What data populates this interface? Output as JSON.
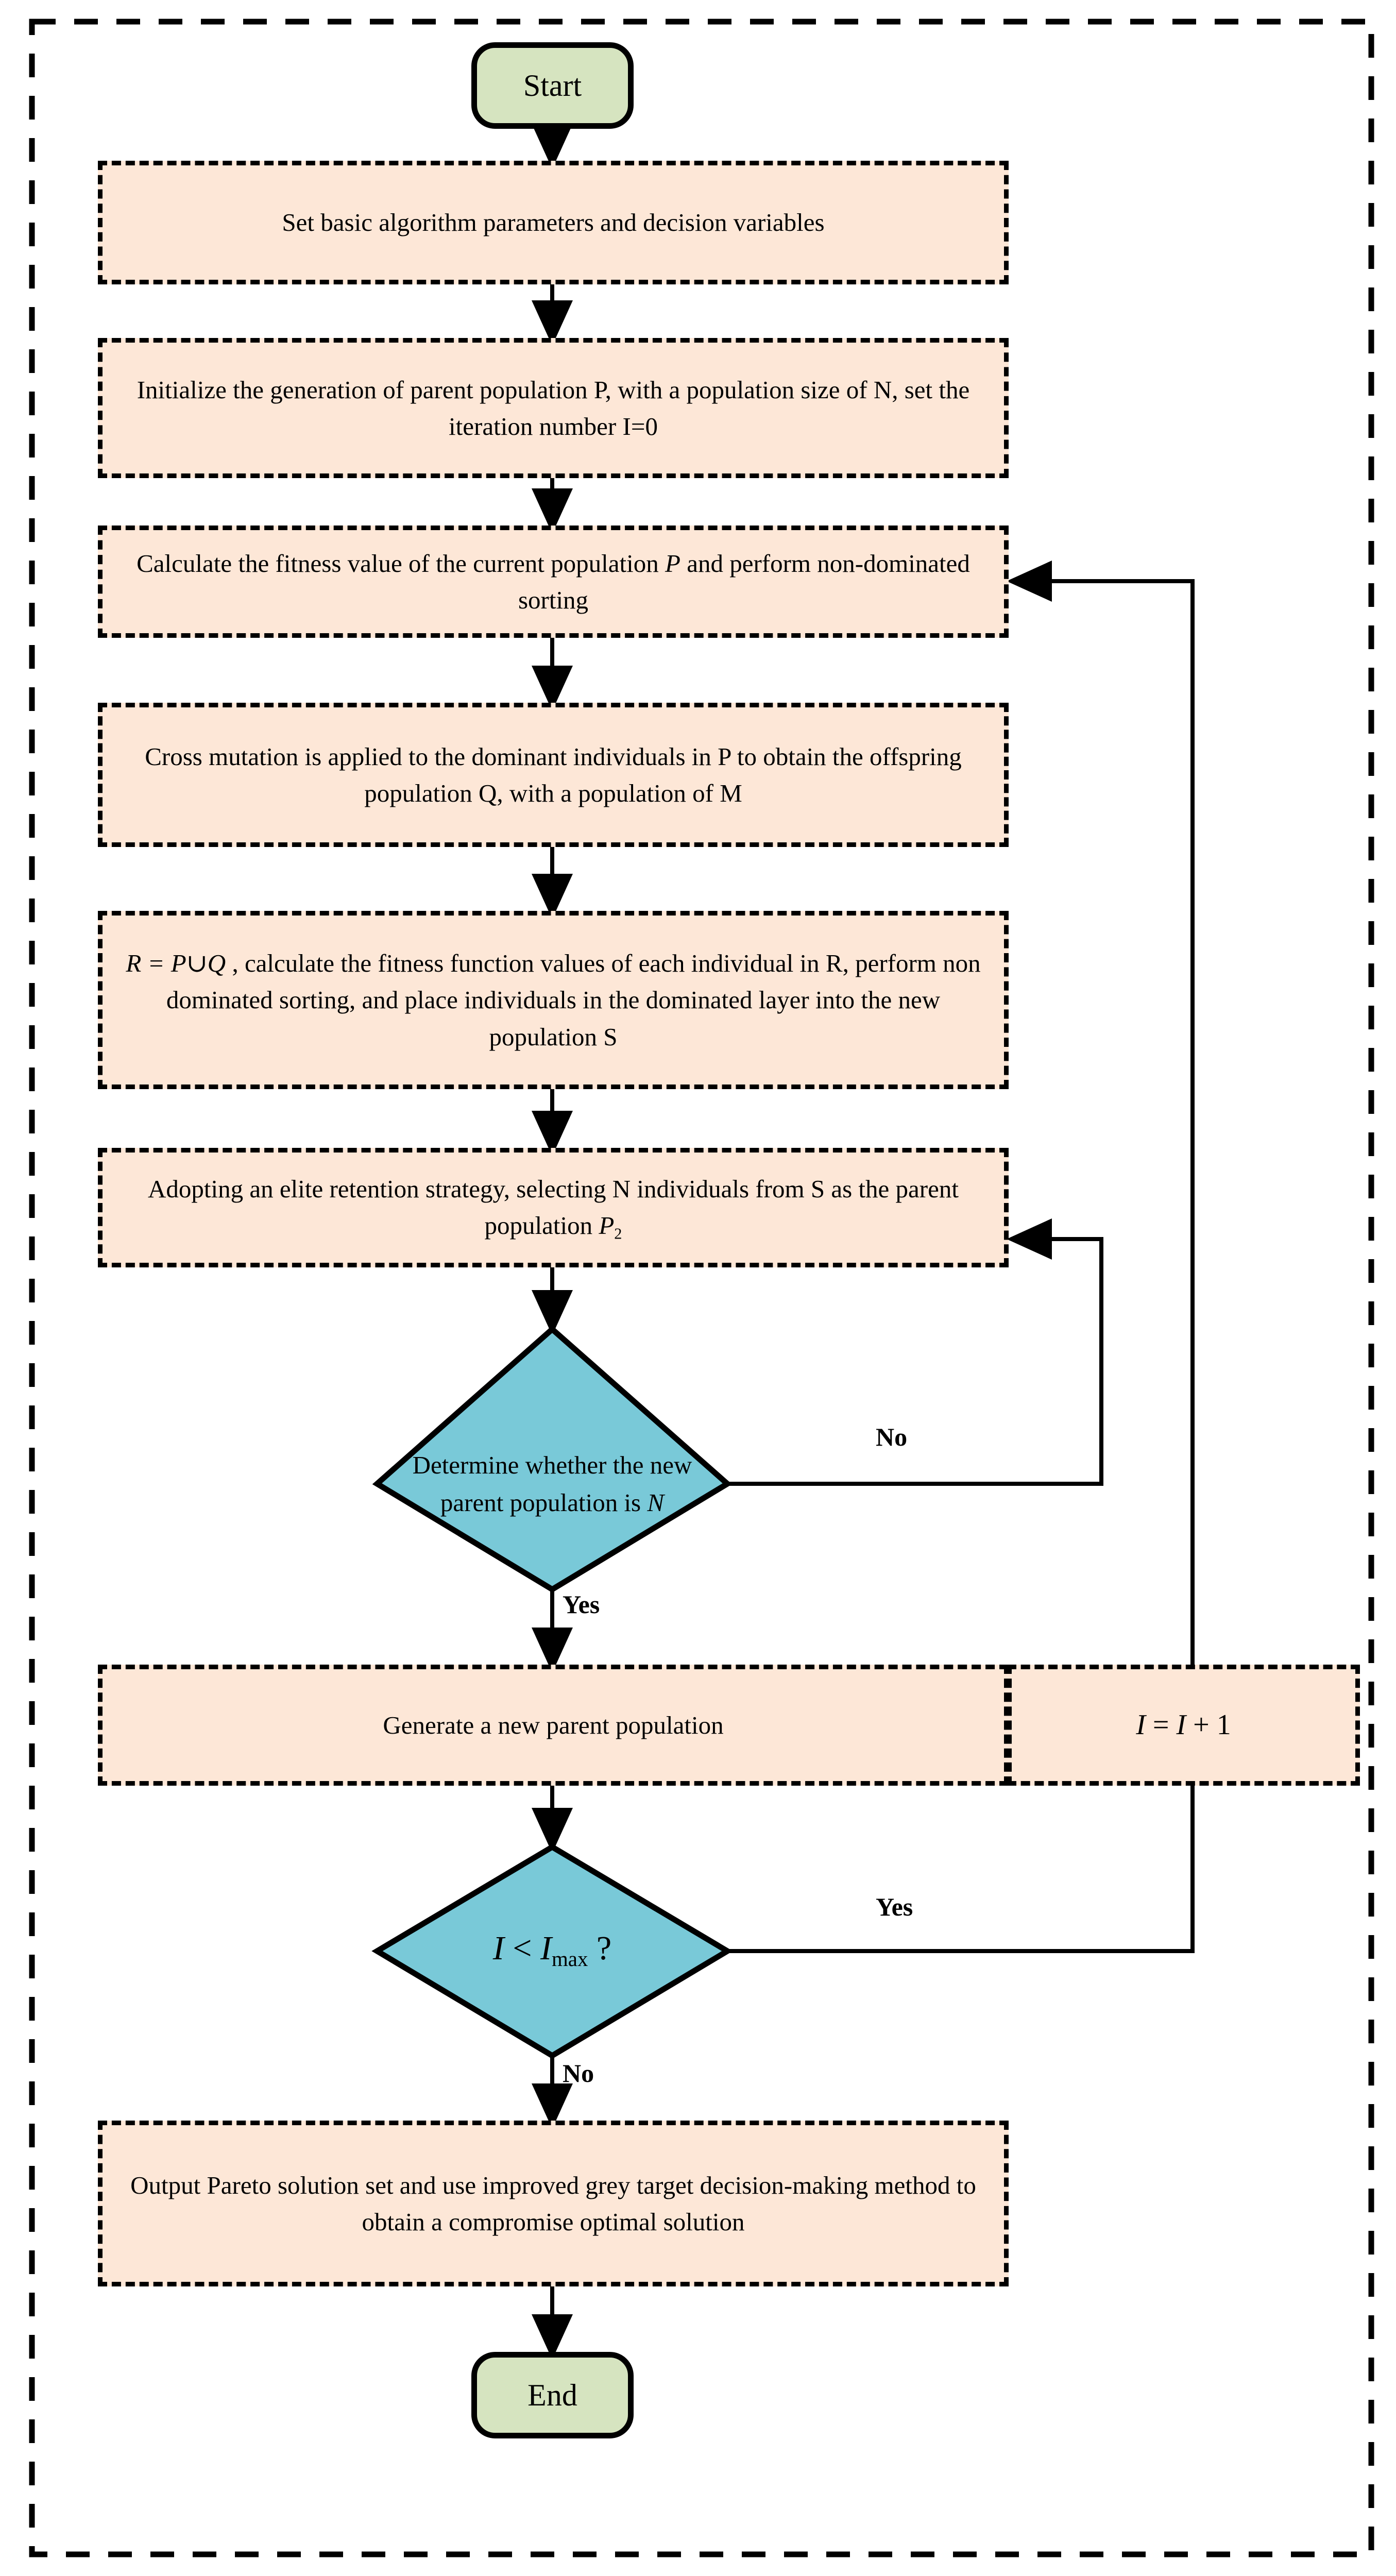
{
  "diagram": {
    "title": "NSGA-II multi-objective optimization flowchart",
    "colors": {
      "process_fill": "#FDE7D7",
      "terminator_fill": "#D6E4C0",
      "decision_fill": "#79C9D8",
      "stroke": "#000000",
      "background": "#FFFFFF"
    }
  },
  "nodes": {
    "start": {
      "label": "Start",
      "type": "terminator"
    },
    "step1": {
      "label": "Set basic algorithm parameters and decision variables",
      "type": "process"
    },
    "step2": {
      "label": "Initialize the generation of parent population P, with a population size of N, set the iteration number I=0",
      "type": "process"
    },
    "step3": {
      "label_pre": "Calculate the fitness value of the current population ",
      "label_var": "P",
      "label_post": " and perform non-dominated sorting",
      "type": "process"
    },
    "step4": {
      "label": "Cross mutation is applied to the dominant individuals in P to obtain the offspring population Q, with a population  of M",
      "type": "process"
    },
    "step5": {
      "formula": "R = P∪Q",
      "label": " , calculate the fitness function values of each individual in R, perform non dominated sorting, and place individuals in the dominated layer into the new population S",
      "type": "process"
    },
    "step6": {
      "label_pre": "Adopting an elite retention strategy, selecting N individuals from S  as the parent population ",
      "label_var": "P",
      "label_sub": "2",
      "type": "process"
    },
    "decision1": {
      "label_pre": "Determine whether the new parent population is ",
      "label_var": "N",
      "type": "decision"
    },
    "step7": {
      "label": "Generate a new parent population",
      "type": "process"
    },
    "increment": {
      "formula_lhs": "I",
      "formula_op": " = ",
      "formula_rhs": "I",
      "formula_tail": " + 1",
      "type": "process"
    },
    "decision2": {
      "label_var": "I",
      "label_op": " < ",
      "label_var2": "I",
      "label_sub": "max",
      "label_q": " ?",
      "type": "decision"
    },
    "step8": {
      "label": "Output Pareto solution set and use improved grey target decision-making method to obtain a compromise optimal solution",
      "type": "process"
    },
    "end": {
      "label": "End",
      "type": "terminator"
    }
  },
  "edge_labels": {
    "decision1_no": "No",
    "decision1_yes": "Yes",
    "decision2_yes": "Yes",
    "decision2_no": "No"
  }
}
